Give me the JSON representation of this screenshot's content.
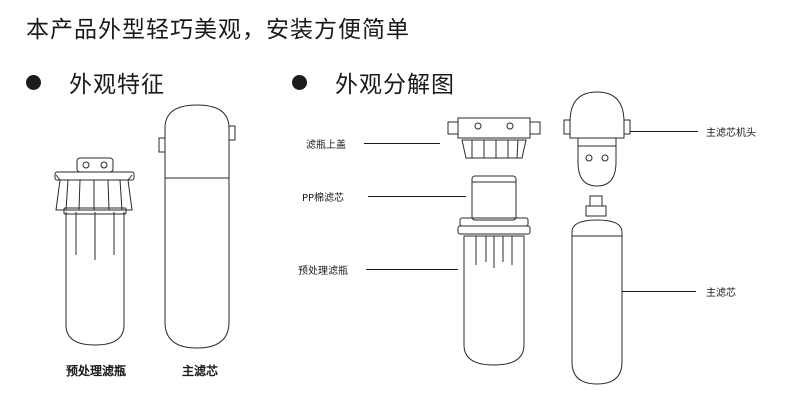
{
  "headline": "本产品外型轻巧美观，安装方便简单",
  "sections": {
    "appearance": "外观特征",
    "exploded": "外观分解图"
  },
  "left_captions": {
    "prefilter_bottle": "预处理滤瓶",
    "main_cartridge": "主滤芯"
  },
  "callouts": {
    "bottle_cap": "滤瓶上盖",
    "pp_cotton": "PP棉滤芯",
    "prefilter_bottle": "预处理滤瓶",
    "main_head": "主滤芯机头",
    "main_cartridge": "主滤芯"
  }
}
